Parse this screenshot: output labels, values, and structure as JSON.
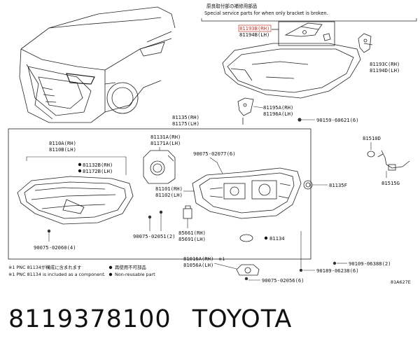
{
  "header": {
    "jp": "原良取付部の補修用部品",
    "en": "Special service parts for when only bracket is broken."
  },
  "parts": {
    "p81193b": "81193B(RH)",
    "p81194b": "81194B(LH)",
    "p81193c": "81193C(RH)",
    "p81194d": "81194D(LH)",
    "p81195a": "81195A(RH)",
    "p81196a": "81196A(LH)",
    "p90159": "90159-60621(6)",
    "p81135": "81135(RH)",
    "p81175": "81175(LH)",
    "p8110a": "8110A(RH)",
    "p8110b": "8110B(LH)",
    "p81132b": "81132B(RH)",
    "p81172b": "81172B(LH)",
    "p81131a": "81131A(RH)",
    "p81171a": "81171A(LH)",
    "p90075_02077": "90075-02077(6)",
    "p81101": "81101(RH)",
    "p81102": "81102(LH)",
    "p81135f": "81135F",
    "p81510d": "81510D",
    "p81515g": "81515G",
    "p90075_02051": "90075-02051(2)",
    "p85661": "85661(RH)",
    "p85691": "85691(LH)",
    "p81134": "81134",
    "p90075_02060": "90075-02060(4)",
    "p81016a": "81016A(RH)",
    "p81056a": "81056A(LH)",
    "p90109": "90109-06388(2)",
    "p90189": "90189-06238(6)",
    "p90075_02056": "90075-02056(6)",
    "fig_code": "81A627E"
  },
  "notes": {
    "jp1": "※1 PNC 81134が構成に含まれます",
    "en1": "※1 PNC 81134 is included as a component.",
    "legend_jp": "再使用不可部品",
    "legend_en": "Non-reusable part"
  },
  "caption": {
    "part_number": "8119378100",
    "brand": "TOYOTA"
  }
}
